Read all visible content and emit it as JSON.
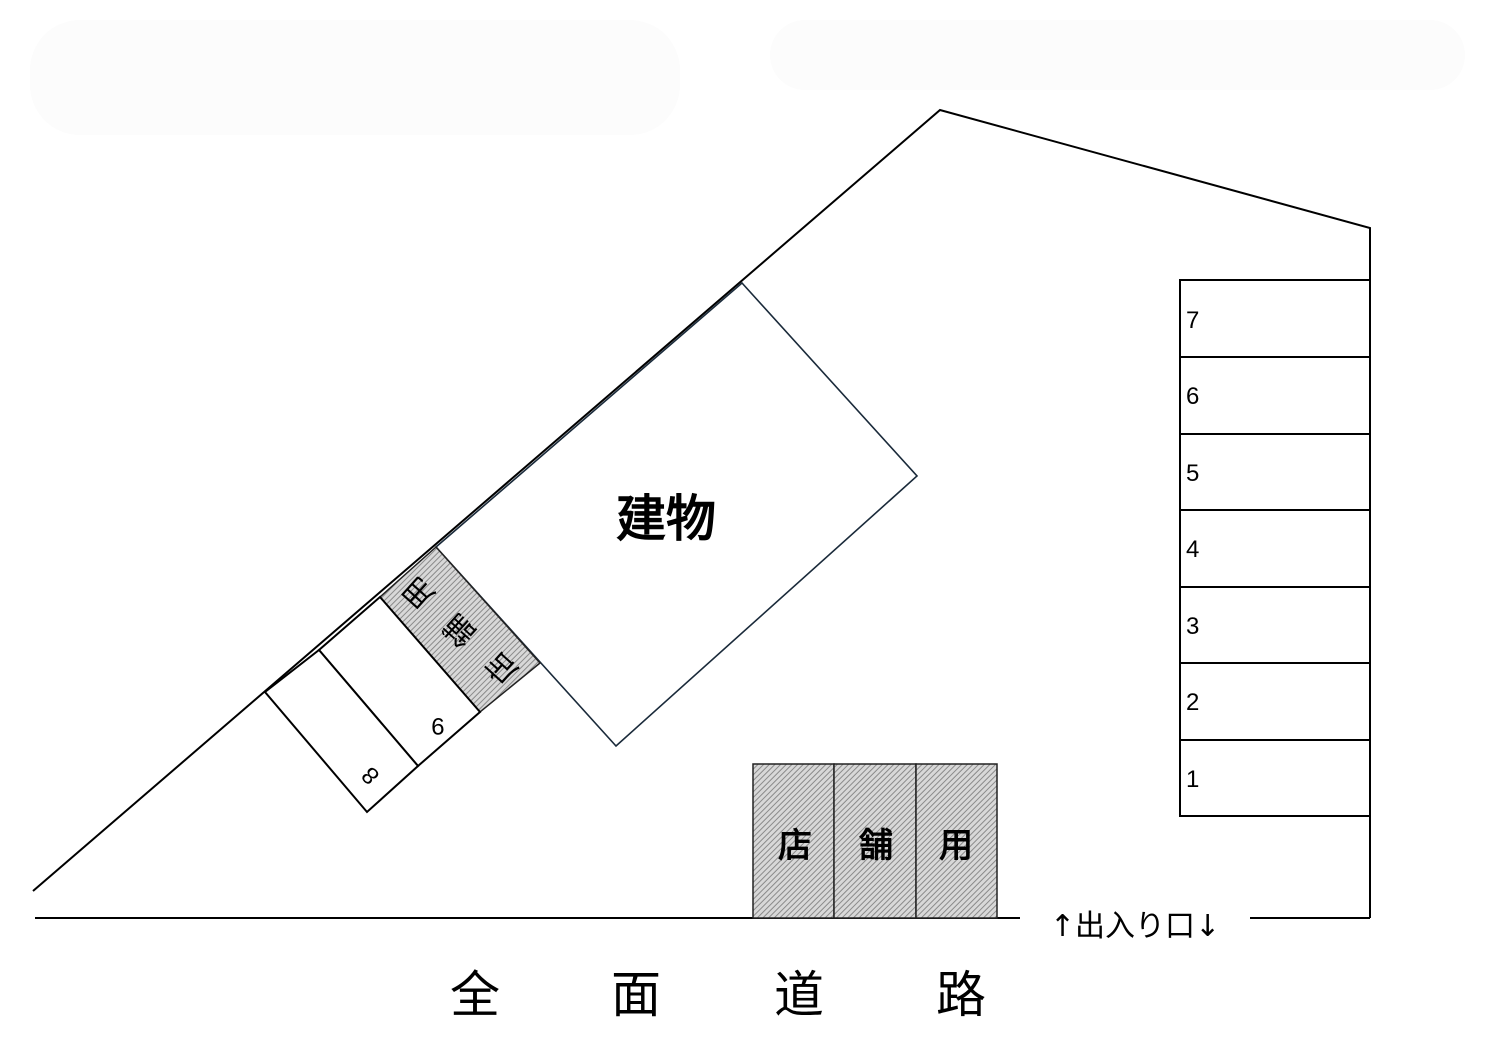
{
  "diagram": {
    "type": "parking-lot-site-plan",
    "building": {
      "label": "建物"
    },
    "shop_use_rotated": {
      "chars": [
        "店",
        "舗",
        "用"
      ]
    },
    "shop_use_bottom": {
      "chars": [
        "店",
        "舗",
        "用"
      ]
    },
    "stalls_right": [
      {
        "number": "7"
      },
      {
        "number": "6"
      },
      {
        "number": "5"
      },
      {
        "number": "4"
      },
      {
        "number": "3"
      },
      {
        "number": "2"
      },
      {
        "number": "1"
      }
    ],
    "stalls_left": [
      {
        "number": "8"
      },
      {
        "number": "9"
      }
    ],
    "entrance": {
      "label": "↑出入り口↓"
    },
    "road": {
      "chars": [
        "全",
        "面",
        "道",
        "路"
      ]
    }
  },
  "colors": {
    "line": "#000000",
    "hatch_fill": "#bdbdbd",
    "background": "#ffffff"
  }
}
